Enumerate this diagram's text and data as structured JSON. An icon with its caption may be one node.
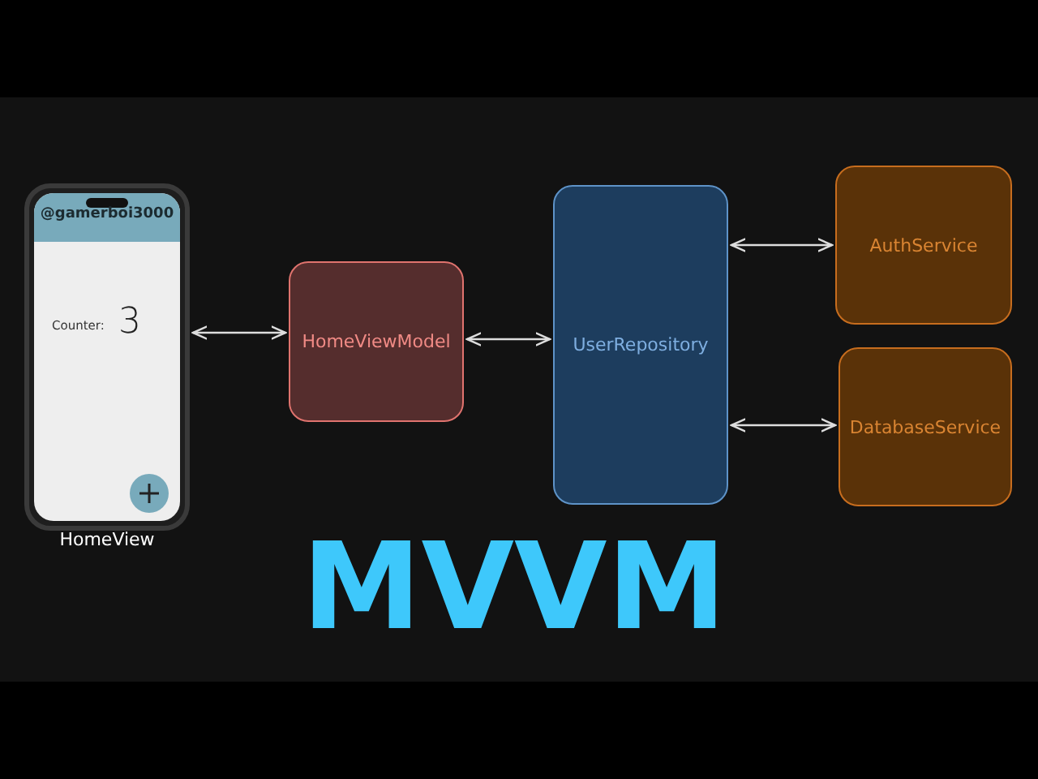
{
  "diagram": {
    "title": "MVVM",
    "nodes": [
      {
        "text": [
          "HomeView"
        ]
      },
      {
        "text": [
          "HomeViewModel"
        ]
      },
      {
        "text": [
          "UserRepository"
        ]
      },
      {
        "text": [
          "AuthService"
        ]
      },
      {
        "text": [
          "DatabaseService"
        ]
      }
    ],
    "edges": [
      {
        "from": 0,
        "to": 1,
        "arrow": "both"
      },
      {
        "from": 1,
        "to": 2,
        "arrow": "both"
      },
      {
        "from": 2,
        "to": 3,
        "arrow": "both"
      },
      {
        "from": 2,
        "to": 4,
        "arrow": "both"
      }
    ],
    "labels": [
      "@gamerboi3000",
      "Counter:",
      "3"
    ]
  }
}
